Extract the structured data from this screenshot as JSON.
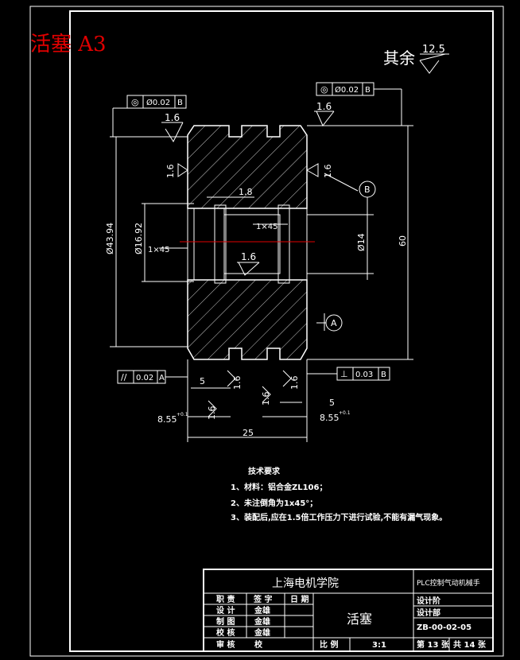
{
  "sheet": {
    "name": "活塞 A3",
    "roughness_note_label": "其余",
    "roughness_note_value": "12.5"
  },
  "drawing": {
    "gdt_coax_left": {
      "symbol": "◎",
      "value": "Ø0.02",
      "datum": "B"
    },
    "gdt_coax_right": {
      "symbol": "◎",
      "value": "Ø0.02",
      "datum": "B"
    },
    "gdt_parallel": {
      "symbol": "//",
      "value": "0.02",
      "datum": "A"
    },
    "gdt_perpendicular": {
      "symbol": "⊥",
      "value": "0.03",
      "datum": "B"
    },
    "roughness_1_6": "1.6",
    "datum_a": "A",
    "datum_b": "B",
    "dim_dia_outer": "Ø43.94",
    "dim_dia_bore": "Ø16.92",
    "dim_dia_14": "Ø14",
    "dim_60": "60",
    "dim_1_8": "1.8",
    "dim_chamfer_left": "1×45",
    "dim_chamfer_mid": "1×45",
    "dim_5_left": "5",
    "dim_5_right": "5",
    "dim_8_55_left": "8.55",
    "dim_8_55_right": "8.55",
    "dim_tol_sup": "+0.1",
    "dim_25": "25"
  },
  "tech_requirements": {
    "heading": "技术要求",
    "items": [
      "1、材料：铝合金ZL106；",
      "2、未注倒角为1x45°；",
      "3、装配后,应在1.5倍工作压力下进行试验,不能有漏气现象。"
    ]
  },
  "title_block": {
    "school": "上海电机学院",
    "project": "PLC控制气动机械手",
    "part_name": "活塞",
    "part_no": "ZB-00-02-05",
    "scale_label": "比 例",
    "scale_value": "3:1",
    "sheet_no": "第 13 张",
    "sheet_total": "共 14 张",
    "headers": [
      "职 责",
      "签 字",
      "日 期"
    ],
    "rows": [
      {
        "role": "设 计",
        "name": "金雄"
      },
      {
        "role": "制 图",
        "name": "金雄"
      },
      {
        "role": "校 核",
        "name": "金雄"
      },
      {
        "role": "审 核",
        "name": "校"
      }
    ],
    "design_phase": "设计阶",
    "design_unit": "设计部"
  }
}
